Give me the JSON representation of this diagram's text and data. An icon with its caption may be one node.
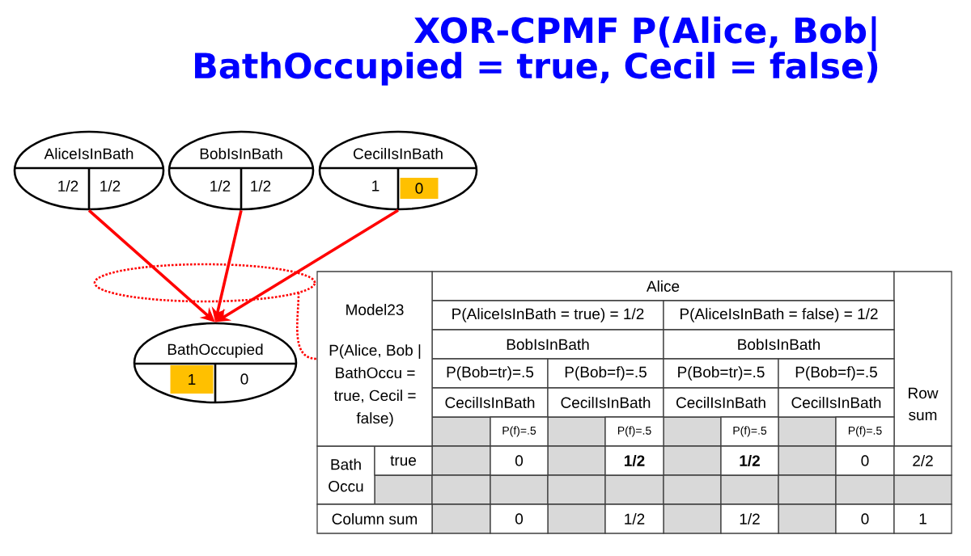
{
  "diagram": {
    "title": "XOR-CPMF P(Alice, Bob| BathOccupied = true, Cecil = false)",
    "nodes": [
      {
        "text": [
          "AliceIsInBath",
          "1/2",
          "1/2"
        ]
      },
      {
        "text": [
          "BobIsInBath",
          "1/2",
          "1/2"
        ]
      },
      {
        "text": [
          "CecilIsInBath",
          "1",
          "0"
        ]
      },
      {
        "text": [
          "BathOccupied",
          "1",
          "0"
        ]
      },
      {
        "text": [
          "Model23",
          "P(Alice, Bob | BathOccu = true, Cecil = false)"
        ]
      }
    ],
    "edges": [
      {
        "from": 0,
        "to": 3,
        "arrow": "to"
      },
      {
        "from": 1,
        "to": 3,
        "arrow": "to"
      },
      {
        "from": 2,
        "to": 3,
        "arrow": "to"
      },
      {
        "from": null,
        "to": 4,
        "arrow": "none",
        "style": "dashed"
      }
    ],
    "labels": [
      "Alice",
      "Row sum",
      "P(AliceIsInBath = true) = 1/2",
      "P(AliceIsInBath = false) = 1/2",
      "BobIsInBath",
      "BobIsInBath",
      "P(Bob=tr)=.5",
      "P(Bob=f)=.5",
      "P(Bob=tr)=.5",
      "P(Bob=f)=.5",
      "CecilIsInBath",
      "CecilIsInBath",
      "CecilIsInBath",
      "CecilIsInBath",
      "P(f)=.5",
      "P(f)=.5",
      "P(f)=.5",
      "P(f)=.5",
      "Bath Occu",
      "true",
      "0",
      "1/2",
      "1/2",
      "0",
      "2/2",
      "Column sum",
      "0",
      "1/2",
      "1/2",
      "0",
      "1"
    ]
  }
}
